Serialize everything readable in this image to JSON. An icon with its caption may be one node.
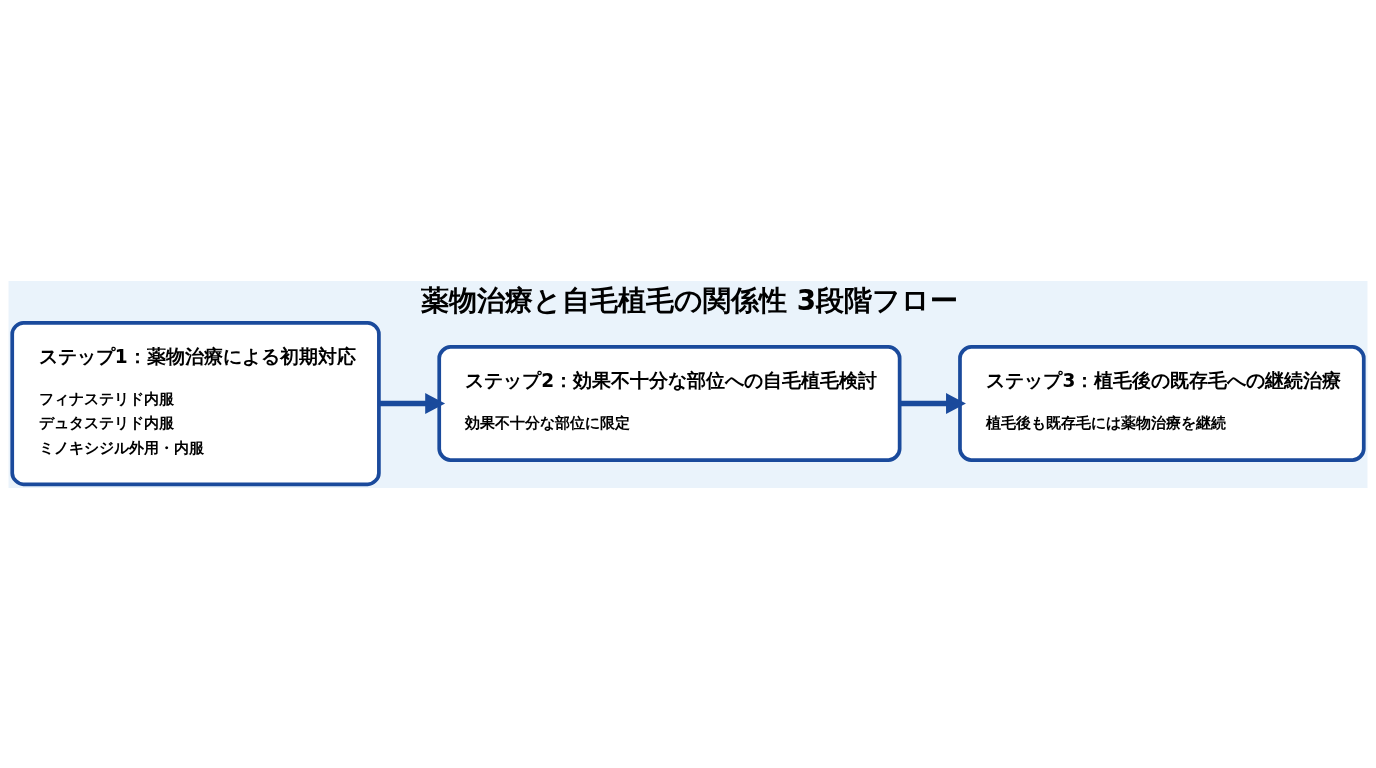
{
  "diagram": {
    "title": "薬物治療と自毛植毛の関係性 3段階フロー",
    "nodes": [
      {
        "text": [
          "ステップ1：薬物治療による初期対応",
          "フィナステリド内服",
          "デュタステリド内服",
          "ミノキシジル外用・内服"
        ]
      },
      {
        "text": [
          "ステップ2：効果不十分な部位への自毛植毛検討",
          "効果不十分な部位に限定"
        ]
      },
      {
        "text": [
          "ステップ3：植毛後の既存毛への継続治療",
          "植毛後も既存毛には薬物治療を継続"
        ]
      }
    ],
    "edges": [
      {
        "from": 0,
        "to": 1,
        "arrow": "to"
      },
      {
        "from": 1,
        "to": 2,
        "arrow": "to"
      }
    ]
  }
}
